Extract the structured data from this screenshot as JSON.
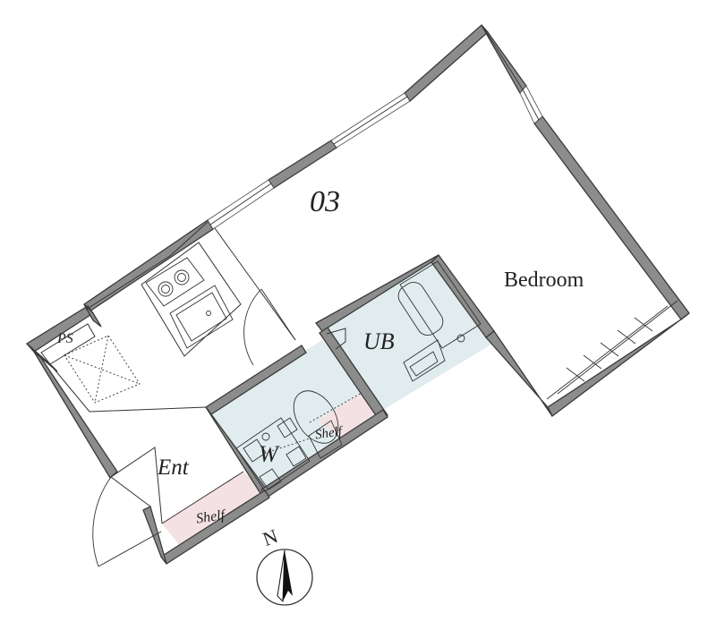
{
  "unit_number": "03",
  "rooms": {
    "bedroom": "Bedroom",
    "unit_bath": "UB",
    "washroom": "W",
    "entrance": "Ent",
    "pipe_space": "PS"
  },
  "shelves": {
    "entrance": "Shelf",
    "washroom": "Shelf"
  },
  "compass": {
    "north": "N"
  },
  "colors": {
    "wall": "#8c8c8c",
    "wet_area": "#e1ecef",
    "shelf_area": "#f4e1e3",
    "ink": "#222222"
  }
}
